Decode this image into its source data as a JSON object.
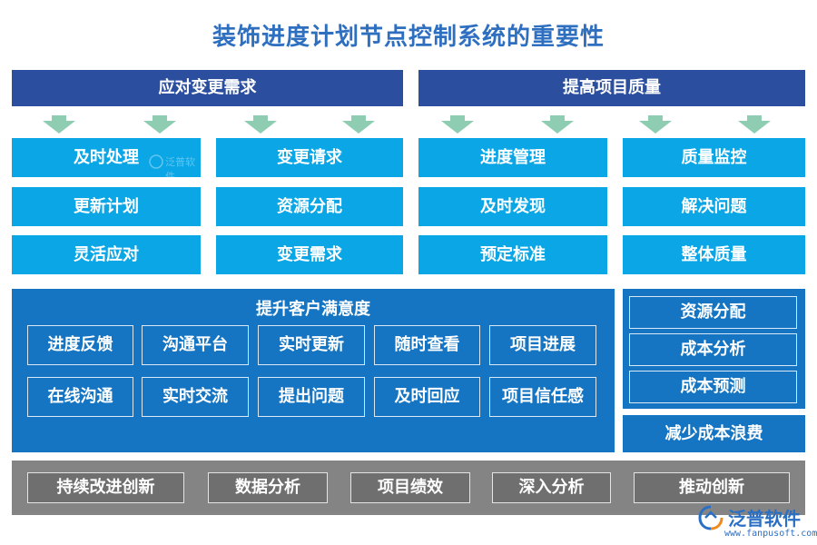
{
  "title": "装饰进度计划节点控制系统的重要性",
  "headers": [
    "应对变更需求",
    "提高项目质量"
  ],
  "grid": [
    [
      "及时处理",
      "变更请求",
      "进度管理",
      "质量监控"
    ],
    [
      "更新计划",
      "资源分配",
      "及时发现",
      "解决问题"
    ],
    [
      "灵活应对",
      "变更需求",
      "预定标准",
      "整体质量"
    ]
  ],
  "satisfaction": {
    "title": "提升客户满意度",
    "row1": [
      "进度反馈",
      "沟通平台",
      "实时更新",
      "随时查看",
      "项目进展"
    ],
    "row2": [
      "在线沟通",
      "实时交流",
      "提出问题",
      "及时回应",
      "项目信任感"
    ]
  },
  "cost": {
    "items": [
      "资源分配",
      "成本分析",
      "成本预测"
    ],
    "title": "减少成本浪费"
  },
  "bottom": [
    "持续改进创新",
    "数据分析",
    "项目绩效",
    "深入分析",
    "推动创新"
  ],
  "logo": {
    "name": "泛普软件",
    "url": "www.fanpusoft.com",
    "watermark": "泛普软件"
  },
  "colors": {
    "header": "#2b4f9e",
    "cell": "#0aa6e6",
    "panel": "#1575c2",
    "arrow": "#8fcdb2",
    "bottom": "#848484",
    "title": "#2f6fc0"
  }
}
